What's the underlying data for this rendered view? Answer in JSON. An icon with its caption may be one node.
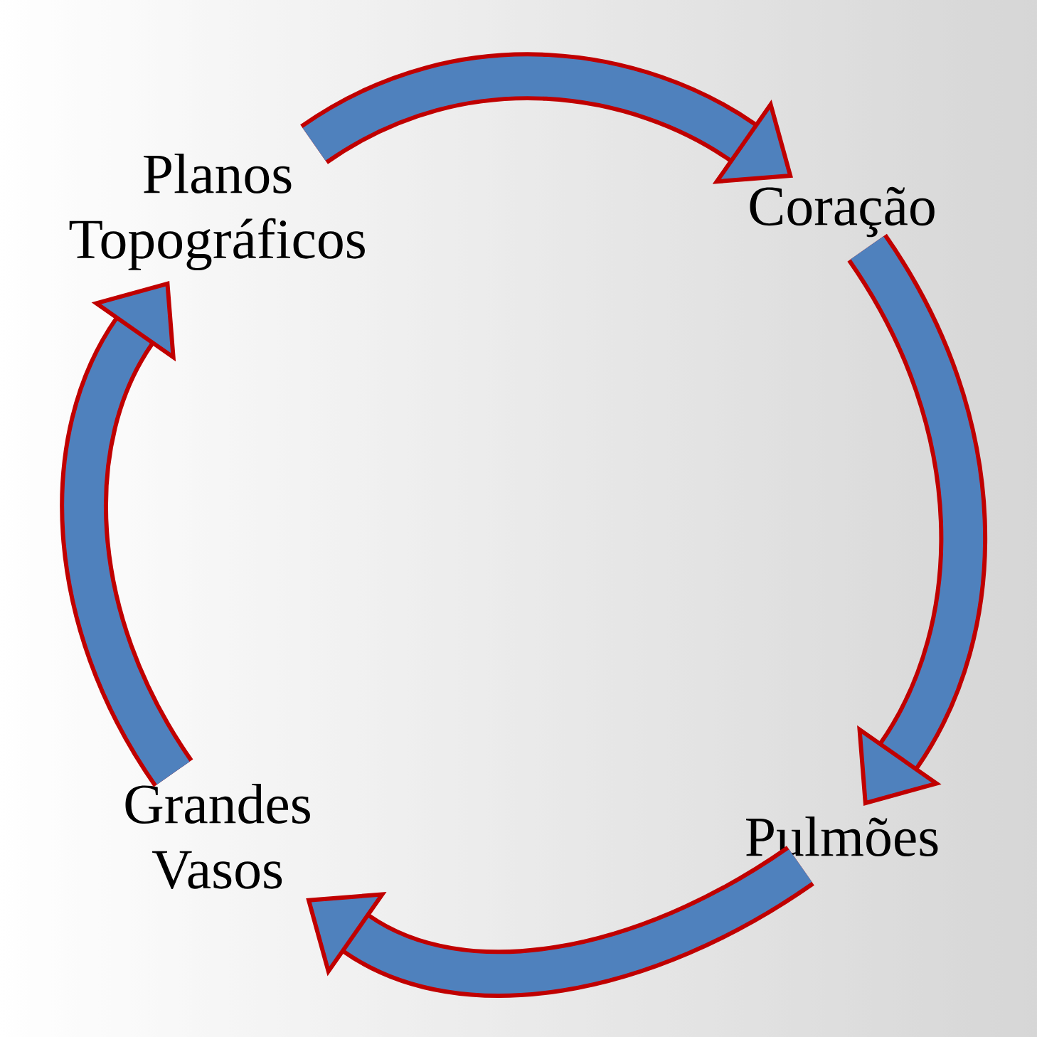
{
  "diagram": {
    "nodes": [
      {
        "text": [
          "Planos Topográficos"
        ]
      },
      {
        "text": [
          "Coração"
        ]
      },
      {
        "text": [
          "Pulmões"
        ]
      },
      {
        "text": [
          "Grandes Vasos"
        ]
      }
    ],
    "edges": [
      {
        "from": 0,
        "to": 1,
        "arrow": "to"
      },
      {
        "from": 1,
        "to": 2,
        "arrow": "to"
      },
      {
        "from": 2,
        "to": 3,
        "arrow": "to"
      },
      {
        "from": 3,
        "to": 0,
        "arrow": "to"
      }
    ]
  }
}
